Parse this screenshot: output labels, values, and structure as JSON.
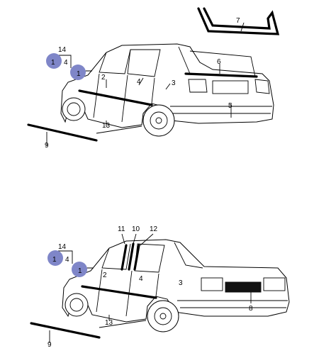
{
  "hatchback": {
    "labels": [
      "14",
      "1",
      "4",
      "1",
      "2",
      "3",
      "4",
      "5",
      "6",
      "7",
      "9",
      "13"
    ]
  },
  "sedan": {
    "labels": [
      "14",
      "1",
      "4",
      "1",
      "2",
      "3",
      "4",
      "8",
      "9",
      "10",
      "11",
      "12",
      "13"
    ]
  },
  "colors": {
    "badge": "#7f86c8",
    "ink": "#000000"
  }
}
